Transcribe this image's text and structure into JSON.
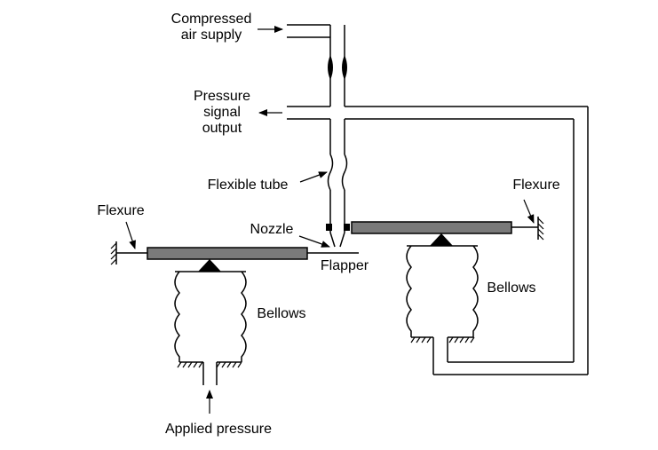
{
  "labels": {
    "compressed_line1": "Compressed",
    "compressed_line2": "air supply",
    "pressure_line1": "Pressure",
    "pressure_line2": "signal",
    "pressure_line3": "output",
    "flexible_tube": "Flexible tube",
    "flexure_right": "Flexure",
    "flexure_left": "Flexure",
    "nozzle": "Nozzle",
    "flapper": "Flapper",
    "bellows_left": "Bellows",
    "bellows_right": "Bellows",
    "applied_pressure": "Applied pressure"
  }
}
